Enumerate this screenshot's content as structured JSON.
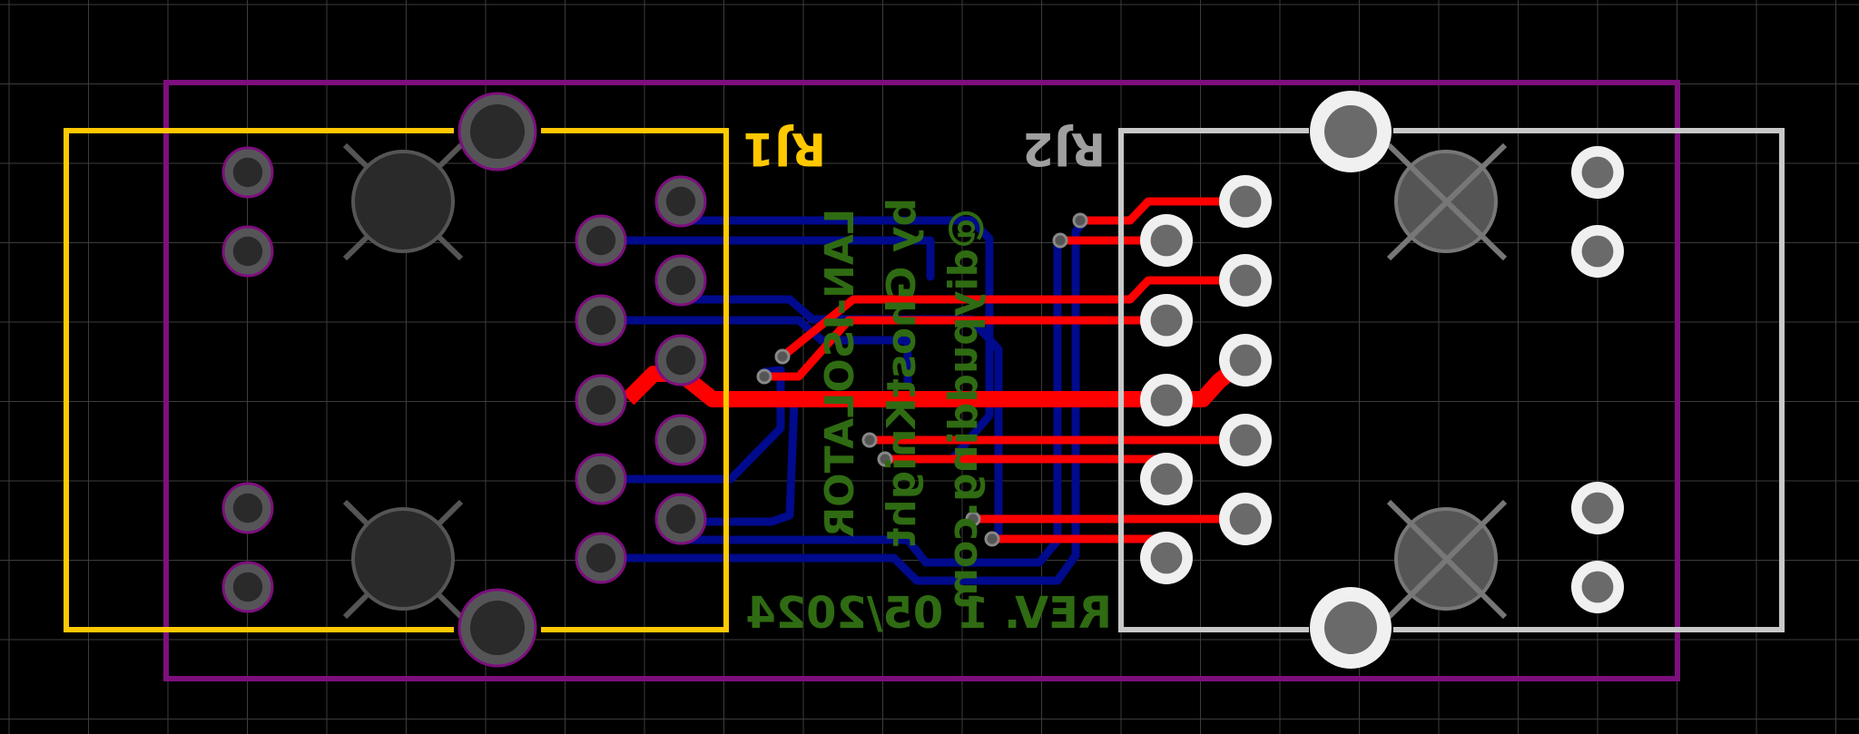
{
  "labels": {
    "rj1": "RJ1",
    "rj2": "RJ2",
    "title_line1": "LAN-ISOLATOR",
    "title_line2": "by GhostKnight",
    "title_line3": "@diypudding.com",
    "revision": "REV. 1 05/2024"
  },
  "colors": {
    "background": "#000000",
    "grid": "#3c3c3c",
    "board_outline": "#7d0f7d",
    "rj1_silkscreen": "#ffc800",
    "rj2_silkscreen": "#c8c8c8",
    "rj2_label": "#a0a0a0",
    "bottom_silk_text": "#2f6b12",
    "top_copper": "#ff0000",
    "bottom_copper": "#000a8c",
    "pad_rj1": "#555558",
    "pad_rj2": "#e6e6e6",
    "mounting_hole": "#2a2a2a"
  },
  "layers": [
    "Board Outline",
    "Top Copper",
    "Bottom Copper",
    "Top Silkscreen",
    "Bottom Silkscreen"
  ]
}
